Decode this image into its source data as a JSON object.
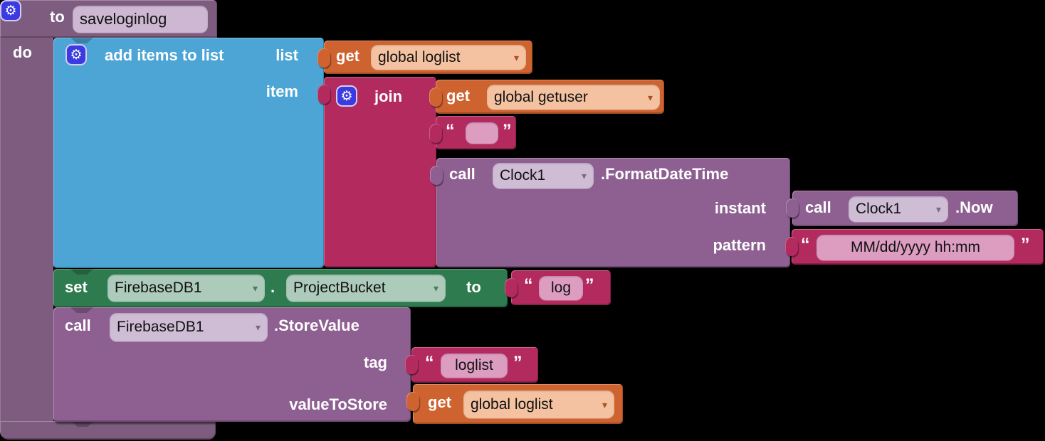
{
  "icons": {
    "gear": "⚙",
    "dropdown_arrow": "▾"
  },
  "quotes": {
    "open": "“",
    "close": "”"
  },
  "colors": {
    "background": "#000000",
    "procedure_block": "#7D5C7F",
    "list_block": "#4CA5D5",
    "variable_block": "#CE6330",
    "text_block": "#B32A5F",
    "component_block": "#8E5F91",
    "firebase_set_block": "#2E7B4F",
    "mutator_icon_blue": "#3B3BE0"
  },
  "procedure": {
    "to_label": "to",
    "name": "saveloginlog",
    "do_label": "do"
  },
  "add_items_block": {
    "label": "add items to list",
    "list_label": "list",
    "item_label": "item"
  },
  "get_loglist_top": {
    "keyword": "get",
    "variable": "global loglist"
  },
  "join_block": {
    "label": "join"
  },
  "get_getuser": {
    "keyword": "get",
    "variable": "global getuser"
  },
  "text_empty": {
    "value": ""
  },
  "format_datetime": {
    "keyword": "call",
    "component": "Clock1",
    "method": ".FormatDateTime",
    "instant_label": "instant",
    "pattern_label": "pattern"
  },
  "clock_now": {
    "keyword": "call",
    "component": "Clock1",
    "method": ".Now"
  },
  "text_pattern": {
    "value": "MM/dd/yyyy hh:mm"
  },
  "set_bucket": {
    "keyword": "set",
    "component": "FirebaseDB1",
    "dot": ".",
    "property": "ProjectBucket",
    "to_label": "to"
  },
  "text_log": {
    "value": "log"
  },
  "store_value": {
    "keyword": "call",
    "component": "FirebaseDB1",
    "method": ".StoreValue",
    "tag_label": "tag",
    "value_to_store_label": "valueToStore"
  },
  "text_loglist": {
    "value": "loglist"
  },
  "get_loglist_bottom": {
    "keyword": "get",
    "variable": "global loglist"
  }
}
